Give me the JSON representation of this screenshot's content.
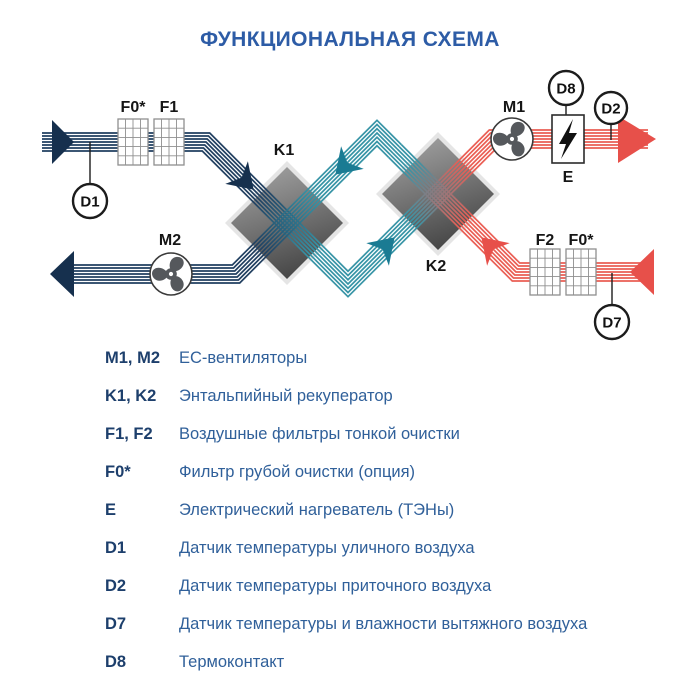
{
  "title": "ФУНКЦИОНАЛЬНАЯ СХЕМА",
  "diagram": {
    "labels": {
      "k1": "K1",
      "k2": "K2",
      "m1": "M1",
      "m2": "M2",
      "e": "E",
      "f0_supply": "F0*",
      "f1": "F1",
      "f2": "F2",
      "f0_exhaust": "F0*",
      "d1": "D1",
      "d2": "D2",
      "d7": "D7",
      "d8": "D8"
    },
    "colors": {
      "navy": "#213f60",
      "navy_solid": "#16304e",
      "teal": "#3794a6",
      "teal_solid": "#1a7b93",
      "red": "#ea5e54",
      "red_solid": "#e7504a",
      "diamond_light": "#a2a2a2",
      "diamond_dark": "#454545",
      "diamond_glow": "#e5e5e5",
      "title_blue": "#2d5ca6",
      "legend_key": "#1d3f6c",
      "legend_text": "#30609a"
    }
  },
  "legend": {
    "rows": [
      {
        "key": "M1, M2",
        "desc": "ЕС-вентиляторы"
      },
      {
        "key": "K1, K2",
        "desc": "Энтальпийный рекуператор"
      },
      {
        "key": "F1, F2",
        "desc": "Воздушные фильтры тонкой очистки"
      },
      {
        "key": "F0*",
        "desc": "Фильтр грубой очистки (опция)"
      },
      {
        "key": "E",
        "desc": "Электрический нагреватель (ТЭНы)"
      },
      {
        "key": "D1",
        "desc": "Датчик температуры уличного воздуха"
      },
      {
        "key": "D2",
        "desc": "Датчик температуры приточного воздуха"
      },
      {
        "key": "D7",
        "desc": "Датчик температуры и влажности вытяжного воздуха"
      },
      {
        "key": "D8",
        "desc": "Термоконтакт"
      }
    ]
  }
}
